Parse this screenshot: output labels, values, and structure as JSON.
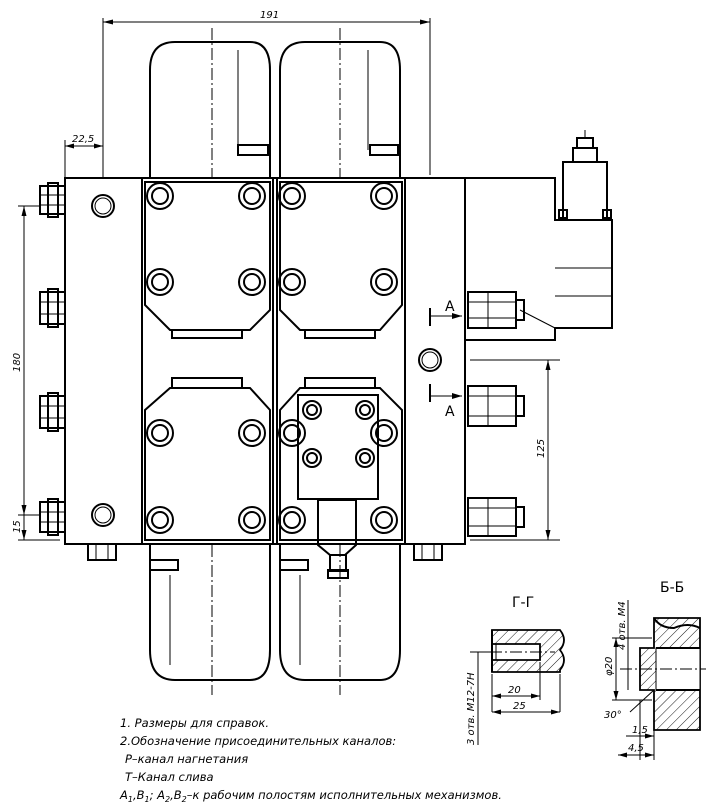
{
  "dimensions": {
    "overall_width": "191",
    "left_offset": "22,5",
    "height_180": "180",
    "height_125": "125",
    "small_15": "15"
  },
  "section_labels": {
    "a_top": "A",
    "a_bottom": "A",
    "g_g": "Г-Г",
    "b_b": "Б-Б"
  },
  "section_g": {
    "thread": "3 отв. М12-7Н",
    "d20": "20",
    "d25": "25"
  },
  "section_b": {
    "holes": "4 отв. М4",
    "phi20": "φ20",
    "angle": "30°",
    "d15": "1,5",
    "d45": "4,5"
  },
  "notes": {
    "n1": "1. Размеры для справок.",
    "n2": "2.Обозначение присоединительных каналов:",
    "p": "Р–канал нагнетания",
    "t": "Т–Канал слива",
    "ab_prefix": "А",
    "ab_1": "1",
    "ab_sep1": ",В",
    "ab_2": "1",
    "ab_sep2": "; А",
    "ab_3": "2",
    "ab_sep3": ",В",
    "ab_4": "2",
    "ab_tail": "–к рабочим полостям исполнительных механизмов."
  }
}
